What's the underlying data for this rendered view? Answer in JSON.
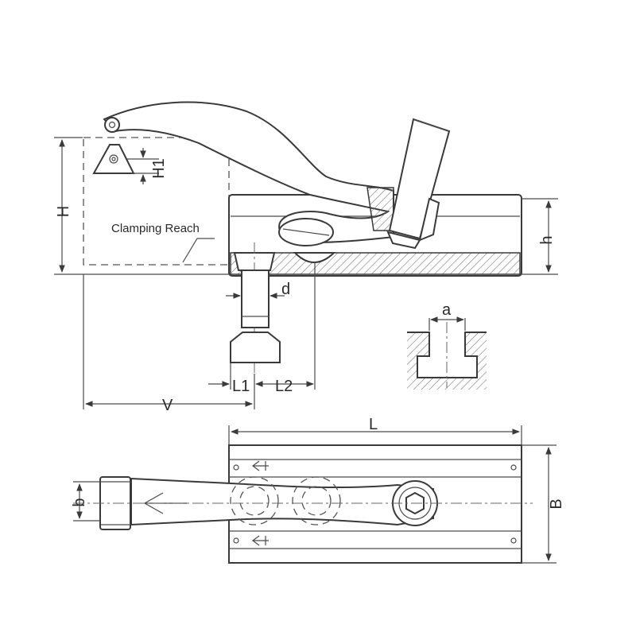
{
  "labels": {
    "H": "H",
    "H1": "H1",
    "clamping_reach": "Clamping Reach",
    "h": "h",
    "d": "d",
    "a": "a",
    "L1": "L1",
    "L2": "L2",
    "V": "V",
    "L": "L",
    "B": "B",
    "b": "b"
  }
}
